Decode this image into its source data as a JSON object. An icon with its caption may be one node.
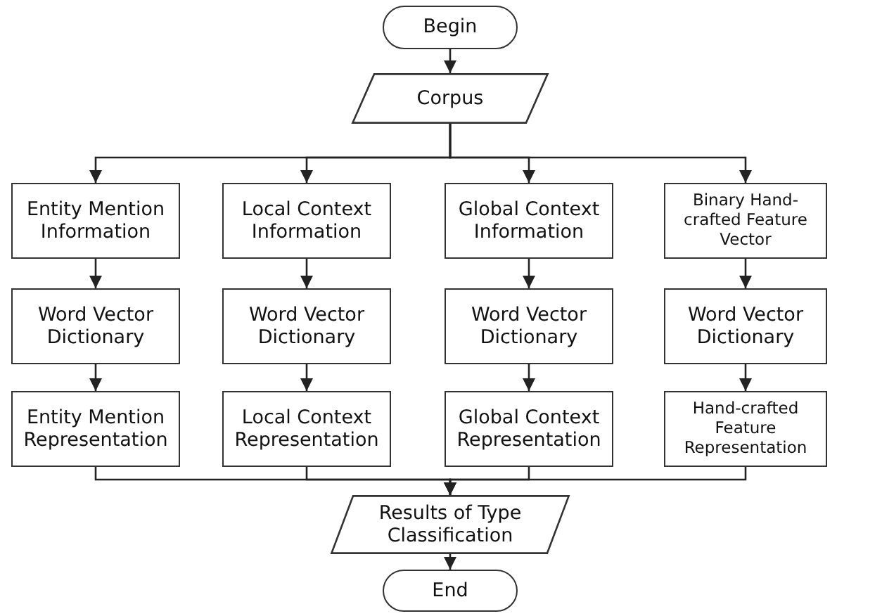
{
  "diagram": {
    "nodes": [
      {
        "text": [
          "Begin"
        ]
      },
      {
        "text": [
          "Corpus"
        ]
      },
      {
        "text": [
          "Entity Mention Information"
        ]
      },
      {
        "text": [
          "Local Context Information"
        ]
      },
      {
        "text": [
          "Global Context Information"
        ]
      },
      {
        "text": [
          "Binary Hand-crafted Feature Vector"
        ]
      },
      {
        "text": [
          "Word Vector Dictionary"
        ]
      },
      {
        "text": [
          "Word Vector Dictionary"
        ]
      },
      {
        "text": [
          "Word Vector Dictionary"
        ]
      },
      {
        "text": [
          "Word Vector Dictionary"
        ]
      },
      {
        "text": [
          "Entity Mention Representation"
        ]
      },
      {
        "text": [
          "Local Context Representation"
        ]
      },
      {
        "text": [
          "Global Context Representation"
        ]
      },
      {
        "text": [
          "Hand-crafted Feature Representation"
        ]
      },
      {
        "text": [
          "Results of Type Classification"
        ]
      },
      {
        "text": [
          "End"
        ]
      }
    ],
    "edges": [
      {
        "from": 0,
        "to": 1,
        "arrow": "to"
      },
      {
        "from": 1,
        "to": 2,
        "arrow": "to"
      },
      {
        "from": 1,
        "to": 3,
        "arrow": "to"
      },
      {
        "from": 1,
        "to": 4,
        "arrow": "to"
      },
      {
        "from": 1,
        "to": 5,
        "arrow": "to"
      },
      {
        "from": 2,
        "to": 6,
        "arrow": "to"
      },
      {
        "from": 3,
        "to": 7,
        "arrow": "to"
      },
      {
        "from": 4,
        "to": 8,
        "arrow": "to"
      },
      {
        "from": 5,
        "to": 9,
        "arrow": "to"
      },
      {
        "from": 6,
        "to": 10,
        "arrow": "to"
      },
      {
        "from": 7,
        "to": 11,
        "arrow": "to"
      },
      {
        "from": 8,
        "to": 12,
        "arrow": "to"
      },
      {
        "from": 9,
        "to": 13,
        "arrow": "to"
      },
      {
        "from": 10,
        "to": 14,
        "arrow": "to"
      },
      {
        "from": 11,
        "to": 14,
        "arrow": "to"
      },
      {
        "from": 12,
        "to": 14,
        "arrow": "to"
      },
      {
        "from": 13,
        "to": 14,
        "arrow": "to"
      },
      {
        "from": 14,
        "to": 15,
        "arrow": "to"
      }
    ]
  }
}
